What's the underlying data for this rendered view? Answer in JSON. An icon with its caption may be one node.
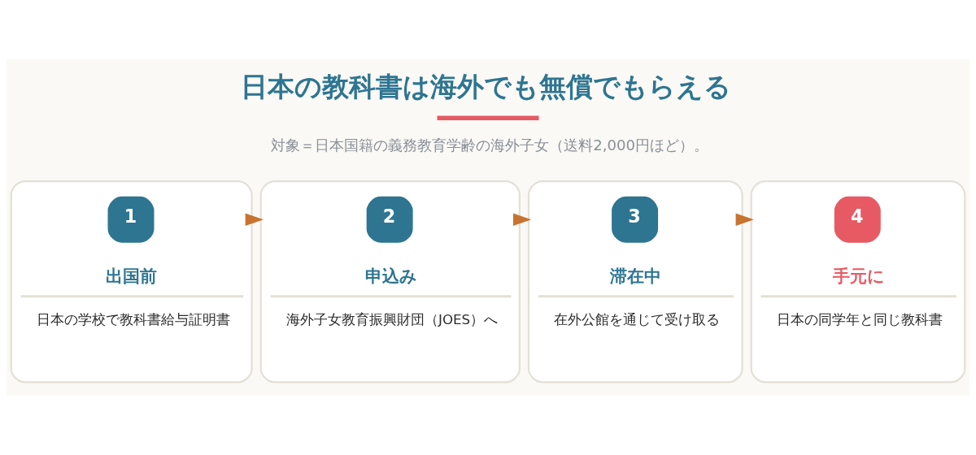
{
  "diagram": {
    "title": "日本の教科書は海外でも無償でもらえる",
    "caption": "対象＝日本国籍の義務教育学齢の海外子女（送料2,000円ほど）。",
    "nodes": [
      {
        "text": [
          "出国前",
          "日本の学校で教科書給与証明書"
        ]
      },
      {
        "text": [
          "1"
        ],
        "in": 0
      },
      {
        "text": [
          "申込み",
          "海外子女教育振興財団（JOES）へ"
        ]
      },
      {
        "text": [
          "2"
        ],
        "in": 2
      },
      {
        "text": [
          "滞在中",
          "在外公館を通じて受け取る"
        ]
      },
      {
        "text": [
          "3"
        ],
        "in": 4
      },
      {
        "text": [
          "手元に",
          "日本の同学年と同じ教科書"
        ]
      },
      {
        "text": [
          "4"
        ],
        "in": 6
      }
    ],
    "edges": [
      {
        "from": 0,
        "to": 2,
        "arrow": "to"
      },
      {
        "from": 2,
        "to": 4,
        "arrow": "to"
      },
      {
        "from": 4,
        "to": 6,
        "arrow": "to"
      }
    ]
  }
}
